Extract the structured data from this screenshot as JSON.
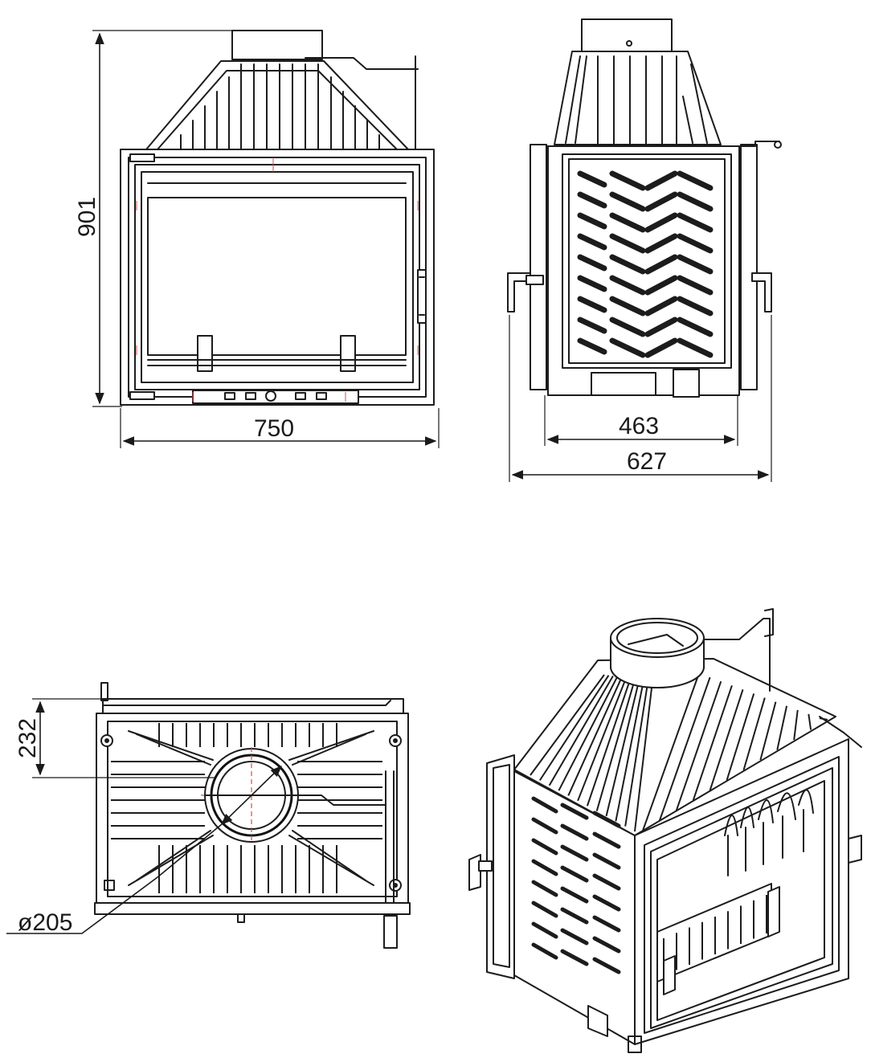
{
  "dimensions": {
    "front_height": "901",
    "front_width": "750",
    "side_door_width": "463",
    "side_total_width": "627",
    "top_depth_offset": "232",
    "flue_diameter": "ø205"
  },
  "colors": {
    "line": "#1c1c1c",
    "background": "#ffffff",
    "centerline": "#d44c4c"
  }
}
